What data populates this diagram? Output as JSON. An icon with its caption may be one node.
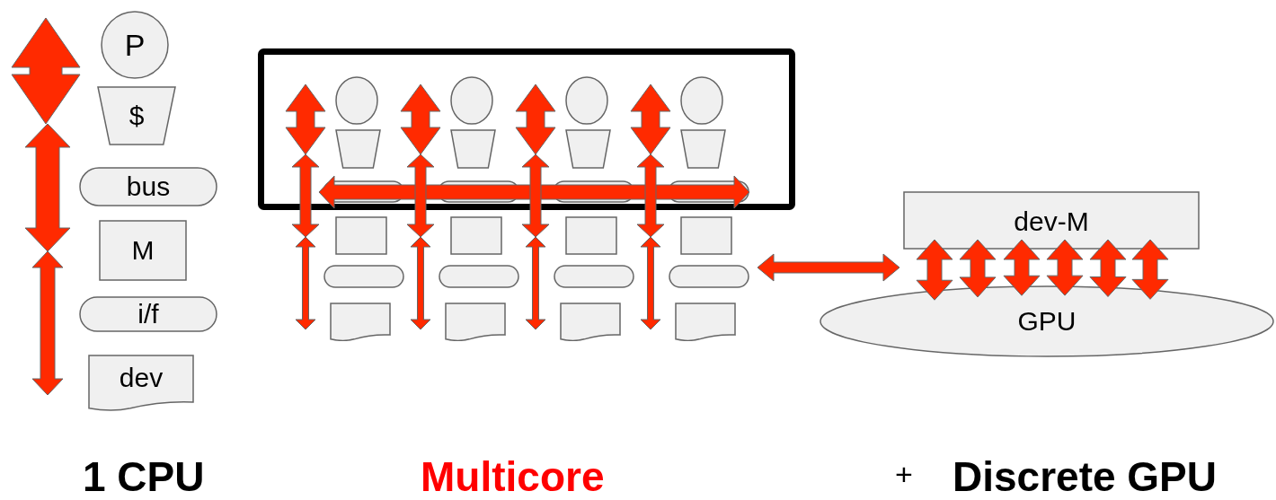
{
  "diagram": {
    "nodes": [
      {
        "text": [
          "P"
        ]
      },
      {
        "text": [
          "$"
        ]
      },
      {
        "text": [
          "bus"
        ]
      },
      {
        "text": [
          "M"
        ]
      },
      {
        "text": [
          "i/f"
        ]
      },
      {
        "text": [
          "dev"
        ]
      },
      {
        "text": [],
        "shape": "box"
      },
      {
        "text": [],
        "shape": "circle",
        "in": 6
      },
      {
        "text": [],
        "shape": "circle",
        "in": 6
      },
      {
        "text": [],
        "shape": "circle",
        "in": 6
      },
      {
        "text": [],
        "shape": "circle",
        "in": 6
      },
      {
        "text": [],
        "shape": "trapezoid",
        "in": 6
      },
      {
        "text": [],
        "shape": "trapezoid",
        "in": 6
      },
      {
        "text": [],
        "shape": "trapezoid",
        "in": 6
      },
      {
        "text": [],
        "shape": "trapezoid",
        "in": 6
      },
      {
        "text": [],
        "shape": "pill",
        "in": 6
      },
      {
        "text": [],
        "shape": "pill",
        "in": 6
      },
      {
        "text": [],
        "shape": "pill",
        "in": 6
      },
      {
        "text": [],
        "shape": "pill",
        "in": 6
      },
      {
        "text": [],
        "shape": "box"
      },
      {
        "text": [],
        "shape": "box"
      },
      {
        "text": [],
        "shape": "box"
      },
      {
        "text": [],
        "shape": "box"
      },
      {
        "text": [],
        "shape": "pill"
      },
      {
        "text": [],
        "shape": "pill"
      },
      {
        "text": [],
        "shape": "pill"
      },
      {
        "text": [],
        "shape": "pill"
      },
      {
        "text": [],
        "shape": "document"
      },
      {
        "text": [],
        "shape": "document"
      },
      {
        "text": [],
        "shape": "document"
      },
      {
        "text": [],
        "shape": "document"
      },
      {
        "text": [
          "dev-M"
        ]
      },
      {
        "text": [
          "GPU"
        ]
      }
    ],
    "edges": [
      {
        "from": 15,
        "to": 18,
        "arrow": "both",
        "style": "thick"
      },
      {
        "from": 26,
        "to": 31,
        "arrow": "both",
        "style": "thick"
      },
      {
        "from": 31,
        "to": 32,
        "arrow": "both",
        "style": "thick"
      },
      {
        "from": 31,
        "to": 32,
        "arrow": "both",
        "style": "thick"
      },
      {
        "from": 31,
        "to": 32,
        "arrow": "both",
        "style": "thick"
      },
      {
        "from": 31,
        "to": 32,
        "arrow": "both",
        "style": "thick"
      },
      {
        "from": 31,
        "to": 32,
        "arrow": "both",
        "style": "thick"
      },
      {
        "from": 31,
        "to": 32,
        "arrow": "both",
        "style": "thick"
      },
      {
        "from": 0,
        "to": 1,
        "arrow": "both",
        "style": "thick"
      },
      {
        "from": 1,
        "to": 3,
        "arrow": "both",
        "style": "thick"
      },
      {
        "from": 3,
        "to": 5,
        "arrow": "both",
        "style": "thick"
      },
      {
        "from": 7,
        "to": 11,
        "arrow": "both",
        "style": "thick"
      },
      {
        "from": 11,
        "to": 19,
        "arrow": "both",
        "style": "thick"
      },
      {
        "from": 19,
        "to": 27,
        "arrow": "both",
        "style": "thick"
      },
      {
        "from": 8,
        "to": 12,
        "arrow": "both",
        "style": "thick"
      },
      {
        "from": 12,
        "to": 20,
        "arrow": "both",
        "style": "thick"
      },
      {
        "from": 20,
        "to": 28,
        "arrow": "both",
        "style": "thick"
      },
      {
        "from": 9,
        "to": 13,
        "arrow": "both",
        "style": "thick"
      },
      {
        "from": 13,
        "to": 21,
        "arrow": "both",
        "style": "thick"
      },
      {
        "from": 21,
        "to": 29,
        "arrow": "both",
        "style": "thick"
      },
      {
        "from": 10,
        "to": 14,
        "arrow": "both",
        "style": "thick"
      },
      {
        "from": 14,
        "to": 22,
        "arrow": "both",
        "style": "thick"
      },
      {
        "from": 22,
        "to": 30,
        "arrow": "both",
        "style": "thick"
      }
    ],
    "labels": [
      "1 CPU",
      "Multicore",
      "+",
      "Discrete GPU"
    ]
  }
}
